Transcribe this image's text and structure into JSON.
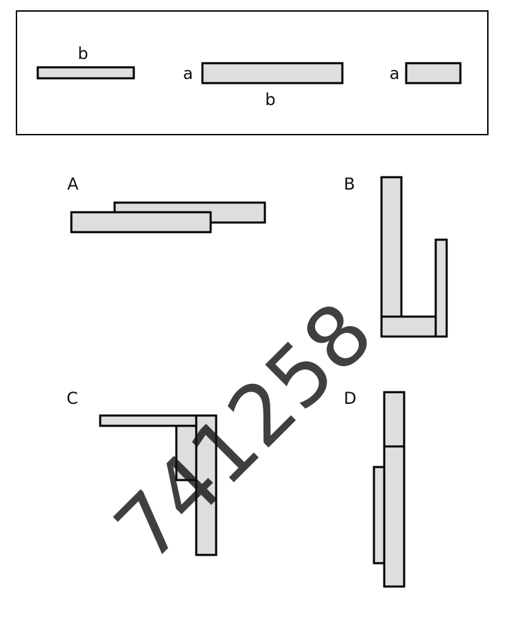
{
  "palette": {
    "fill": "#dedede",
    "stroke": "#000000",
    "watermark": "#9a9a9a"
  },
  "legend": {
    "label_b_thin": "b",
    "label_a_long": "a",
    "label_b_long": "b",
    "label_a_short": "a"
  },
  "options": {
    "A": "A",
    "B": "B",
    "C": "C",
    "D": "D"
  },
  "watermark": "741258"
}
